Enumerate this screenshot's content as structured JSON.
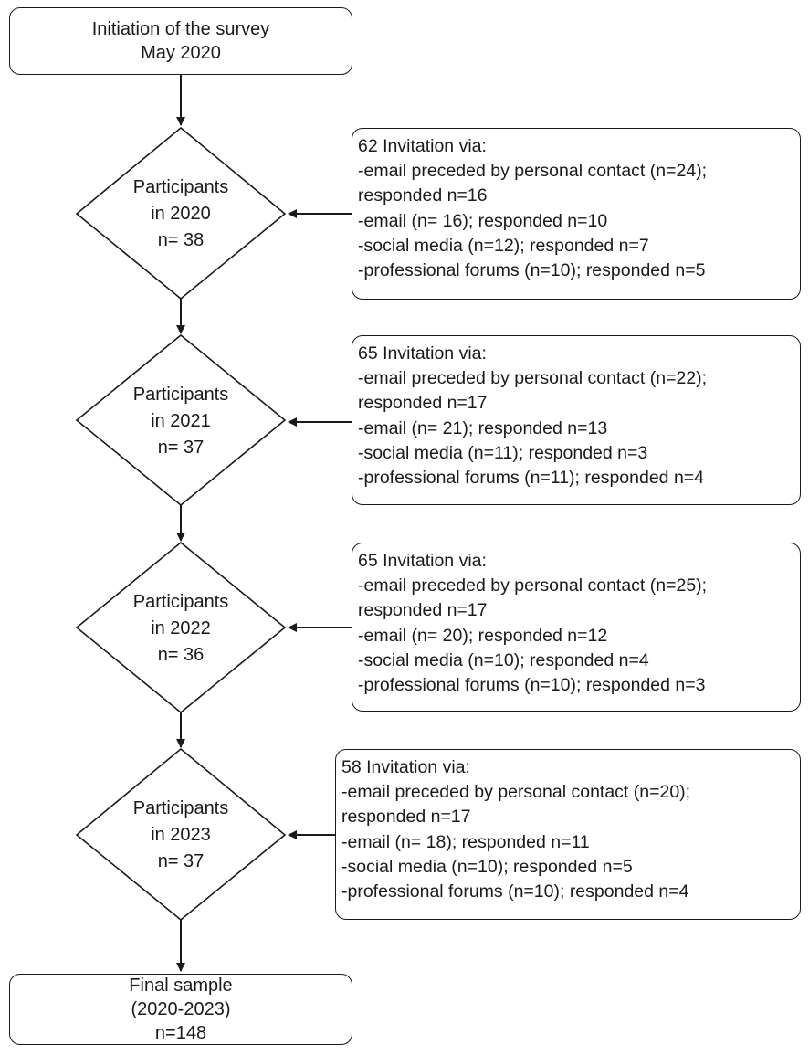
{
  "start_box": {
    "line1": "Initiation of the survey",
    "line2": "May 2020"
  },
  "years": [
    {
      "participants": {
        "line1": "Participants",
        "line2": "in 2020",
        "line3": "n= 38"
      },
      "invitation": {
        "header": "62 Invitation via:",
        "lines": [
          "-email preceded by personal contact (n=24);",
          "responded n=16",
          "-email (n= 16); responded n=10",
          "-social media (n=12); responded n=7",
          "-professional forums (n=10); responded n=5"
        ]
      }
    },
    {
      "participants": {
        "line1": "Participants",
        "line2": "in 2021",
        "line3": "n= 37"
      },
      "invitation": {
        "header": "65 Invitation via:",
        "lines": [
          "-email preceded by personal contact (n=22);",
          "responded n=17",
          "-email (n= 21); responded n=13",
          "-social media (n=11); responded n=3",
          "-professional forums (n=11); responded n=4"
        ]
      }
    },
    {
      "participants": {
        "line1": "Participants",
        "line2": "in 2022",
        "line3": "n= 36"
      },
      "invitation": {
        "header": "65 Invitation via:",
        "lines": [
          "-email preceded by personal contact (n=25);",
          "responded n=17",
          "-email (n= 20); responded n=12",
          "-social media (n=10); responded n=4",
          "-professional forums (n=10); responded n=3"
        ]
      }
    },
    {
      "participants": {
        "line1": "Participants",
        "line2": "in 2023",
        "line3": "n= 37"
      },
      "invitation": {
        "header": "58 Invitation via:",
        "lines": [
          "-email preceded by personal contact (n=20);",
          "responded n=17",
          "-email (n= 18); responded n=11",
          "-social media (n=10); responded n=5",
          "-professional forums (n=10); responded n=4"
        ]
      }
    }
  ],
  "final_box": {
    "line1": "Final sample",
    "line2": "(2020-2023)",
    "line3": "n=148"
  }
}
